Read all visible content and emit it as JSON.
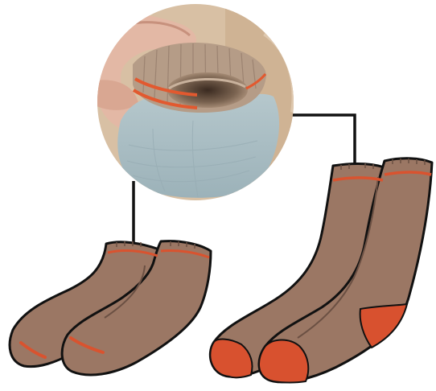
{
  "illustration": {
    "colors": {
      "sock_body": "#9b7764",
      "sock_outline": "#111111",
      "sock_seam": "#6b5043",
      "accent_orange": "#d9532f",
      "heel_toe_fill": "#d8512f",
      "connector_line": "#111111",
      "photo_sock_blue": "#a9bcc2",
      "photo_sock_cuff": "#b49b87",
      "photo_background": "#d6bfa5",
      "photo_skin": "#e0b7a4"
    },
    "items": [
      "zoomed-photo-of-sock-cuff",
      "short-sock-pair-illustration",
      "tall-sock-pair-illustration",
      "connector-to-short-sock-cuff",
      "connector-to-tall-sock-cuff"
    ]
  }
}
